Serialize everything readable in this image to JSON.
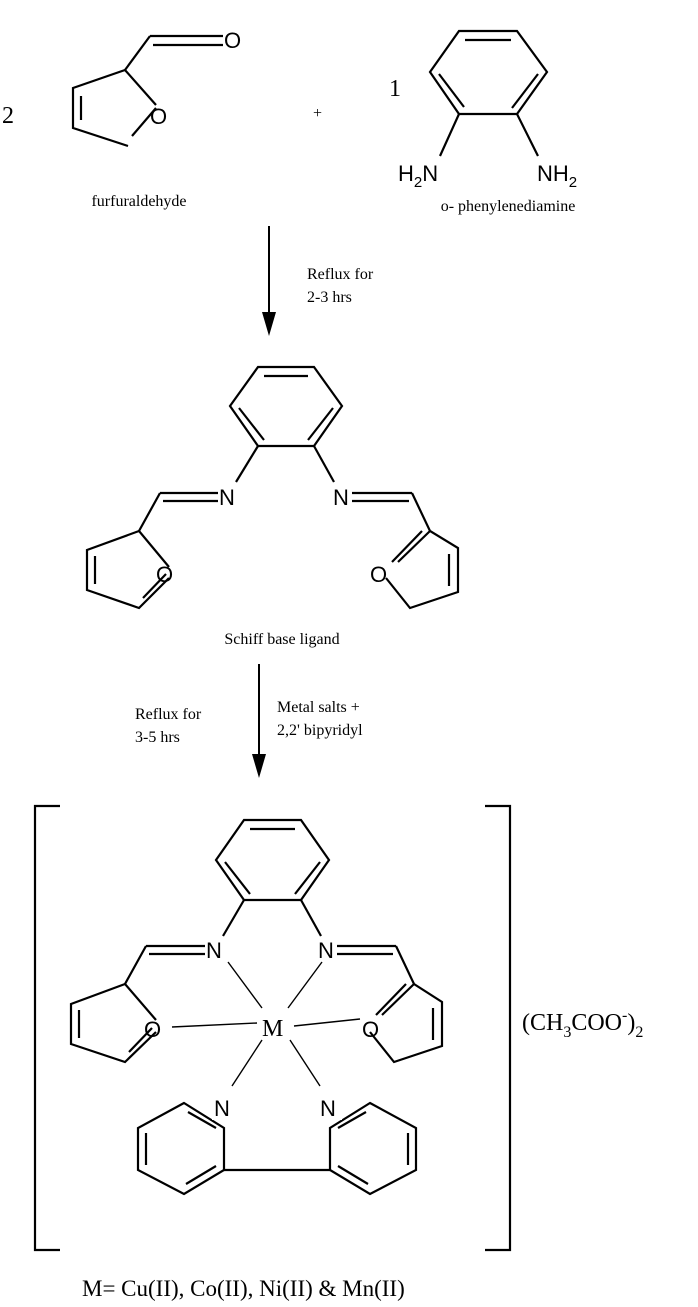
{
  "reactants": {
    "coefficient_aldehyde": "2",
    "aldehyde_name": "furfuraldehyde",
    "plus": "+",
    "coefficient_diamine": "1",
    "diamine_name": "o- phenylenediamine"
  },
  "atoms": {
    "O": "O",
    "N": "N",
    "M": "M",
    "NH2": "NH",
    "NH2_H": "H",
    "NH2_N": "N",
    "sub_2": "2"
  },
  "step1": {
    "condition_line1": "Reflux for",
    "condition_line2": "2-3 hrs"
  },
  "intermediate": {
    "name": "Schiff base ligand"
  },
  "step2": {
    "left_line1": "Reflux for",
    "left_line2": "3-5 hrs",
    "right_line1": "Metal salts +",
    "right_line2": "2,2' bipyridyl"
  },
  "counter_ion": {
    "prefix": "(CH",
    "sub_3": "3",
    "mid": "COO",
    "charge": "-",
    "suffix": ")",
    "sub_2": "2"
  },
  "footer": {
    "metals": "M= Cu(II), Co(II), Ni(II) & Mn(II)"
  }
}
